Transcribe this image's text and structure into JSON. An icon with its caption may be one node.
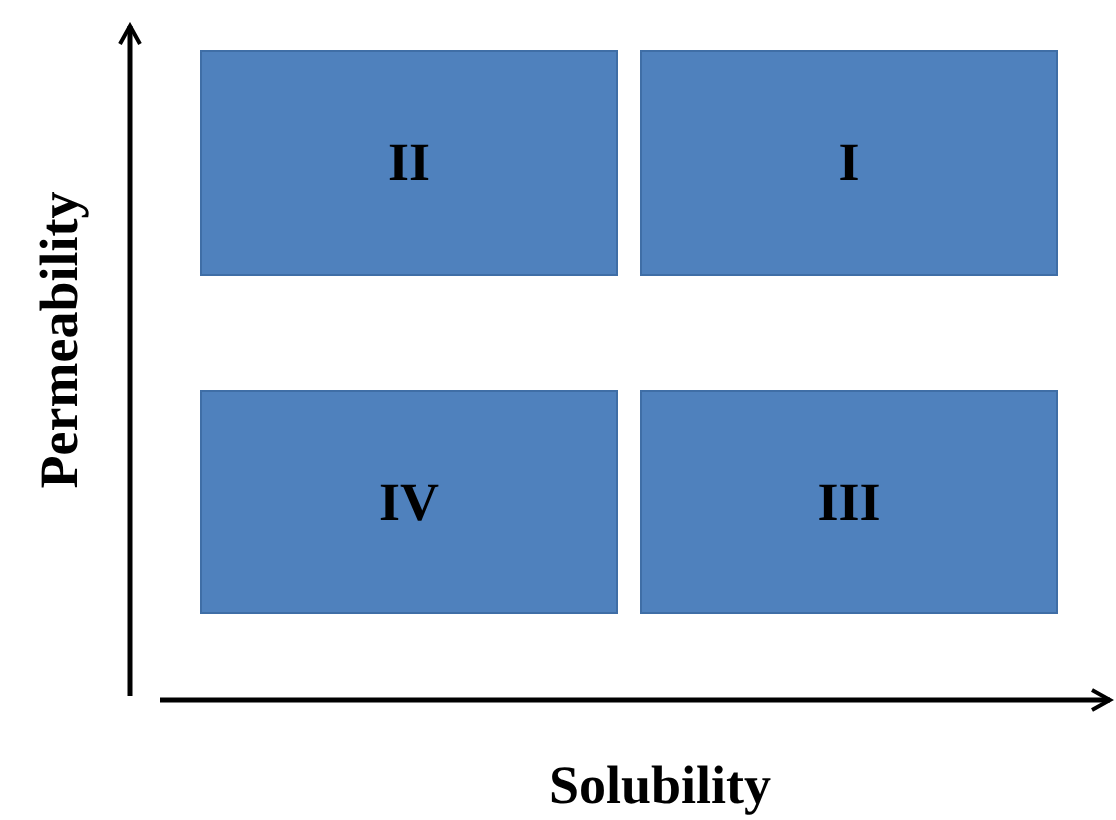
{
  "diagram": {
    "nodes": [
      {
        "text": [
          "II"
        ]
      },
      {
        "text": [
          "I"
        ]
      },
      {
        "text": [
          "IV"
        ]
      },
      {
        "text": [
          "III"
        ]
      }
    ],
    "labels": [
      "Permeability",
      "Solubility"
    ]
  }
}
